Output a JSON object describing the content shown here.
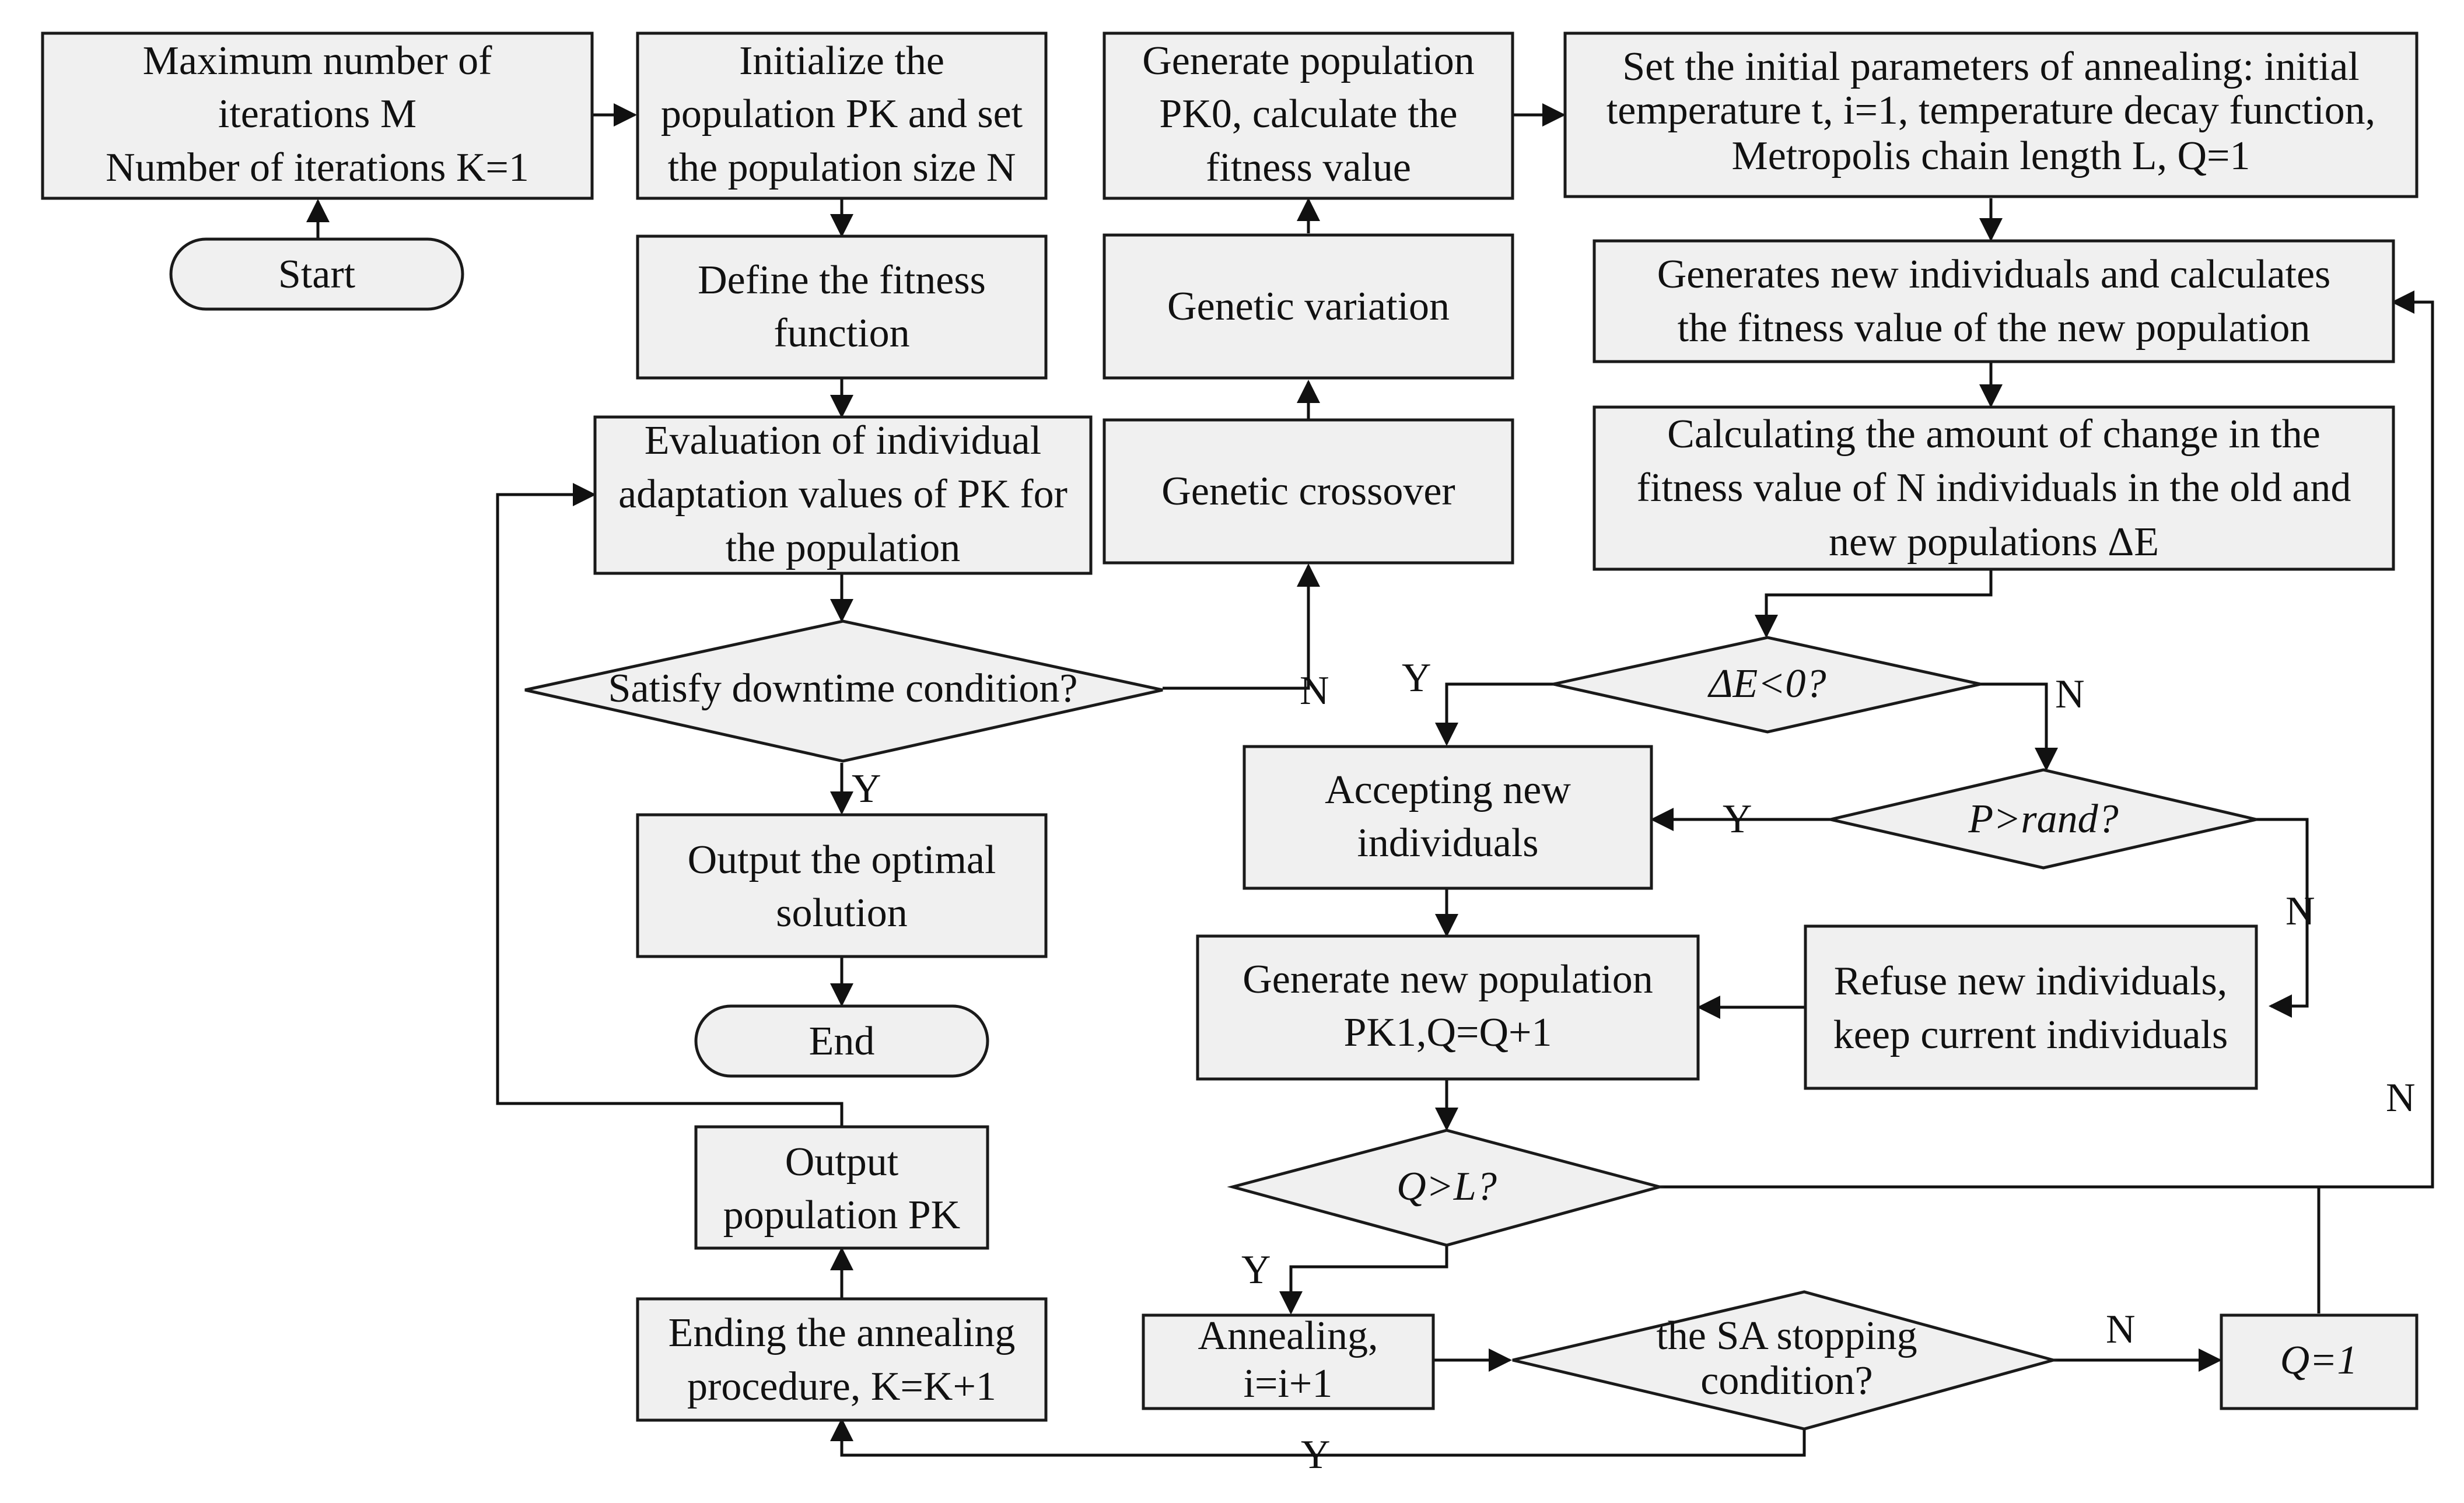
{
  "nodes": {
    "max_iter": [
      "Maximum number of",
      "iterations M",
      "Number of iterations K=1"
    ],
    "start": "Start",
    "init_pop": [
      "Initialize the",
      "population PK and set",
      "the population size N"
    ],
    "fitness_fn": [
      "Define the fitness",
      "function"
    ],
    "evaluation": [
      "Evaluation of individual",
      "adaptation values of PK for",
      "the population"
    ],
    "satisfy": "Satisfy downtime condition?",
    "output_opt": [
      "Output the optimal",
      "solution"
    ],
    "end": "End",
    "output_pk": [
      "Output",
      "population PK"
    ],
    "end_anneal": [
      "Ending the annealing",
      "procedure, K=K+1"
    ],
    "gen_pop": [
      "Generate population",
      "PK0, calculate the",
      "fitness value"
    ],
    "variation": "Genetic variation",
    "crossover": "Genetic crossover",
    "sa_params": [
      "Set the initial parameters of annealing: initial",
      "temperature t, i=1, temperature decay function,",
      "Metropolis chain length L, Q=1"
    ],
    "gen_new": [
      "Generates new individuals and calculates",
      "the fitness value of the new population"
    ],
    "calc_change": [
      "Calculating the amount of change in the",
      "fitness value of N individuals in the old and",
      "new populations ΔE"
    ],
    "de_cond": "ΔE<0?",
    "p_rand": "P>rand?",
    "accept": [
      "Accepting new",
      "individuals"
    ],
    "refuse": [
      "Refuse new individuals,",
      "keep current individuals"
    ],
    "gen_new_pop": [
      "Generate new population",
      "PK1,Q=Q+1"
    ],
    "q_cond": "Q>L?",
    "annealing": [
      "Annealing,",
      "i=i+1"
    ],
    "sa_stop": [
      "the SA stopping",
      "condition?"
    ],
    "q_reset": "Q=1"
  },
  "labels": {
    "satisfy_no": "N",
    "satisfy_yes": "Y",
    "de_yes": "Y",
    "de_no": "N",
    "prand_yes": "Y",
    "prand_no": "N",
    "q_yes": "Y",
    "q_no": "N",
    "sa_no": "N",
    "sa_yes": "Y"
  }
}
